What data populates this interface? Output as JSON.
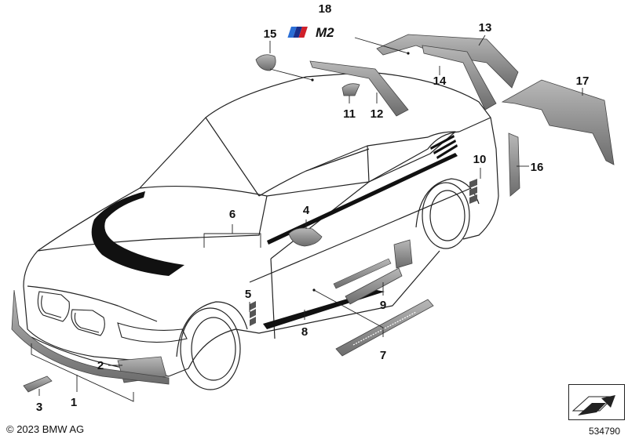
{
  "callouts": [
    {
      "id": "1",
      "label": "1"
    },
    {
      "id": "2",
      "label": "2"
    },
    {
      "id": "3",
      "label": "3"
    },
    {
      "id": "4",
      "label": "4"
    },
    {
      "id": "5",
      "label": "5"
    },
    {
      "id": "6",
      "label": "6"
    },
    {
      "id": "7",
      "label": "7"
    },
    {
      "id": "8",
      "label": "8"
    },
    {
      "id": "9",
      "label": "9"
    },
    {
      "id": "10",
      "label": "10"
    },
    {
      "id": "11",
      "label": "11"
    },
    {
      "id": "12",
      "label": "12"
    },
    {
      "id": "13",
      "label": "13"
    },
    {
      "id": "14",
      "label": "14"
    },
    {
      "id": "15",
      "label": "15"
    },
    {
      "id": "16",
      "label": "16"
    },
    {
      "id": "17",
      "label": "17"
    },
    {
      "id": "18",
      "label": "18"
    }
  ],
  "badge": {
    "text": "M2",
    "colors": [
      "#2b6fd6",
      "#1a2f8a",
      "#d0202a"
    ]
  },
  "footer": {
    "copyright": "© 2023 BMW AG",
    "diagram_number": "534790"
  },
  "colors": {
    "line": "#222222",
    "part_fill": "#8a8a8a",
    "part_dark": "#5e5e5e",
    "decal": "#111111"
  }
}
